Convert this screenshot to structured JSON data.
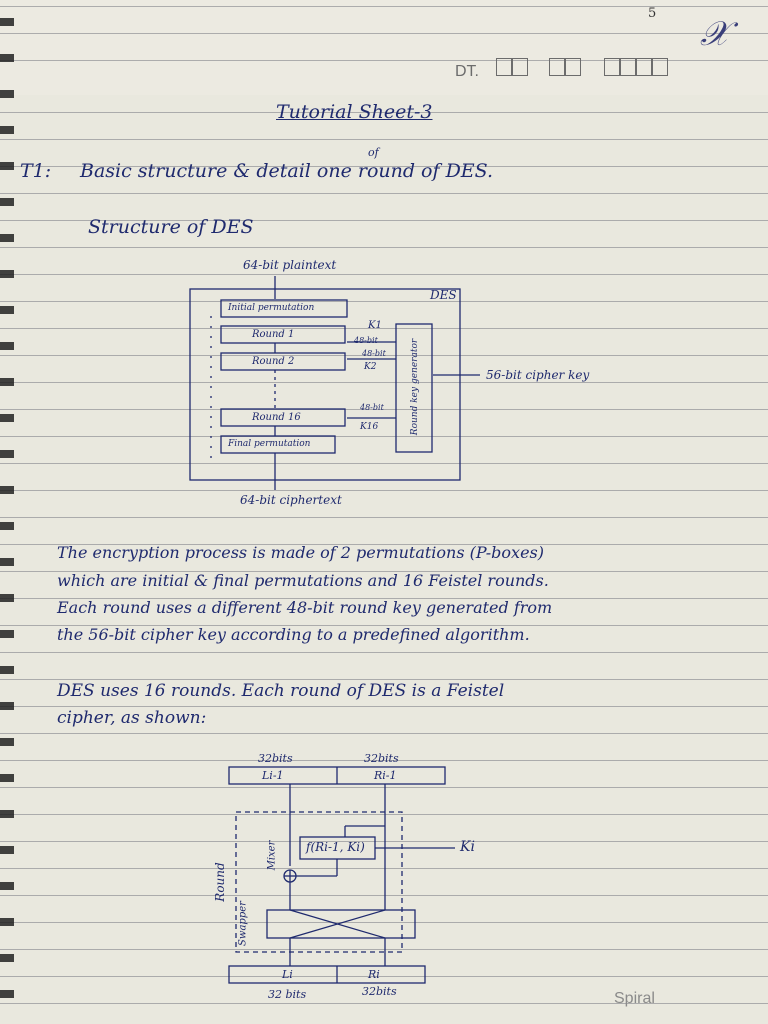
{
  "header": {
    "page_number": "5",
    "corner_mark": "𝒳",
    "date_label": "DT."
  },
  "title": "Tutorial Sheet-3",
  "question": {
    "label": "T1:",
    "text": "Basic structure & detail one round of DES.",
    "insert": "of"
  },
  "section_heading": "Structure of DES",
  "diagram1": {
    "input": "64-bit plaintext",
    "box_label": "DES",
    "initial": "Initial permutation",
    "round1": "Round 1",
    "round2": "Round 2",
    "round16": "Round 16",
    "final": "Final permutation",
    "k1": "K1",
    "k2": "K2",
    "k16": "K16",
    "bits48_a": "48-bit",
    "bits48_b": "48-bit",
    "bits48_c": "48-bit",
    "generator": "Round key generator",
    "cipher_key": "56-bit cipher key",
    "output": "64-bit ciphertext"
  },
  "paragraph1": [
    "The encryption process is made of 2 permutations (P-boxes)",
    "which are initial & final permutations and 16 Feistel rounds.",
    "Each round uses a different 48-bit round key generated from",
    "the 56-bit cipher key according to a predefined algorithm."
  ],
  "paragraph2": [
    "DES uses 16 rounds. Each round of DES is a Feistel",
    "cipher, as shown:"
  ],
  "diagram2": {
    "top_bits_left": "32bits",
    "top_bits_right": "32bits",
    "left_in": "Li-1",
    "right_in": "Ri-1",
    "function": "f(Ri-1, Ki)",
    "key": "Ki",
    "mixer": "Mixer",
    "round": "Round",
    "swapper": "Swapper",
    "left_out": "Li",
    "right_out": "Ri",
    "bottom_bits_left": "32 bits",
    "bottom_bits_right": "32bits"
  },
  "footer_brand": "Spiral"
}
